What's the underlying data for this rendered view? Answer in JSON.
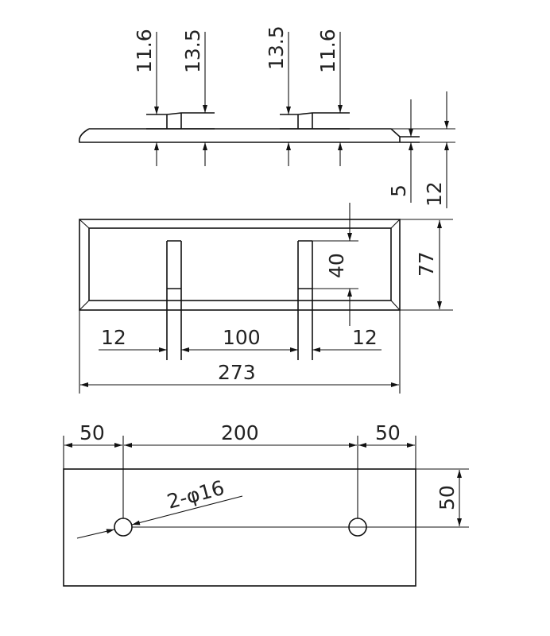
{
  "side_view": {
    "dims": [
      "11.6",
      "13.5",
      "13.5",
      "11.6",
      "5",
      "12"
    ]
  },
  "plan_view": {
    "dims": {
      "slot_length": "40",
      "height": "77",
      "left_slot": "12",
      "slot_spacing": "100",
      "right_slot": "12",
      "total_length": "273"
    }
  },
  "base_view": {
    "dims": {
      "left": "50",
      "middle": "200",
      "right": "50",
      "hole_offset": "50"
    },
    "hole_callout": "2-φ16"
  },
  "colors": {
    "line": "#111111",
    "background": "#ffffff"
  }
}
